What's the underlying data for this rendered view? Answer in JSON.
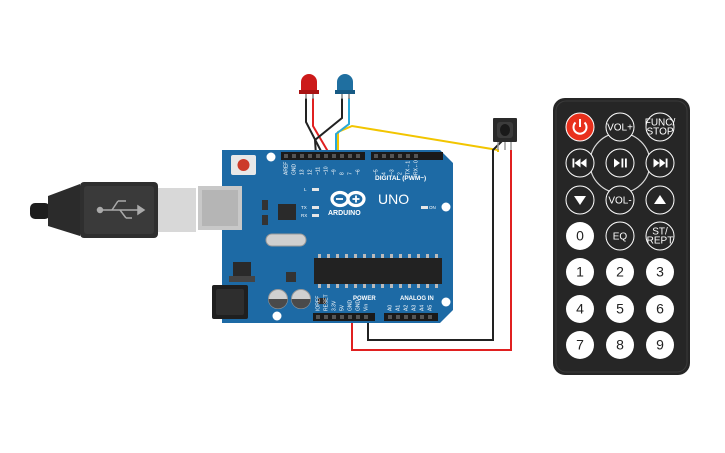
{
  "board": {
    "brand": "ARDUINO",
    "model": "UNO",
    "digital_header": "DIGITAL (PWM~)",
    "power_header": "POWER",
    "analog_header": "ANALOG IN",
    "on_label": "ON",
    "tx_label": "TX",
    "rx_label": "RX",
    "l_label": "L",
    "digital_pins": [
      "AREF",
      "GND",
      "13",
      "12",
      "~11",
      "~10",
      "~9",
      "8",
      "7",
      "~6",
      "~5",
      "4",
      "~3",
      "2",
      "TX→1",
      "RX←0"
    ],
    "power_pins": [
      "IOREF",
      "RESET",
      "3.3V",
      "5V",
      "GND",
      "GND",
      "Vin"
    ],
    "analog_pins": [
      "A0",
      "A1",
      "A2",
      "A3",
      "A4",
      "A5"
    ]
  },
  "leds": [
    {
      "color": "#cc1a1a",
      "name": "red-led"
    },
    {
      "color": "#1f6fa0",
      "name": "blue-led"
    }
  ],
  "wires": {
    "red": "#e02020",
    "black": "#222222",
    "yellow": "#f2c500",
    "cyan": "#2aa8d8"
  },
  "remote": {
    "power_color": "#e8301c",
    "rows": [
      [
        "power",
        "VOL+",
        "FUNC/\nSTOP"
      ],
      [
        "prev",
        "play-pause",
        "next"
      ],
      [
        "down",
        "VOL-",
        "up"
      ],
      [
        "0",
        "EQ",
        "ST/\nREPT"
      ],
      [
        "1",
        "2",
        "3"
      ],
      [
        "4",
        "5",
        "6"
      ],
      [
        "7",
        "8",
        "9"
      ]
    ],
    "labels": {
      "vol_up": "VOL+",
      "func_stop": "FUNC/",
      "func_stop2": "STOP",
      "vol_down": "VOL-",
      "eq": "EQ",
      "st_rept": "ST/",
      "st_rept2": "REPT",
      "n0": "0",
      "n1": "1",
      "n2": "2",
      "n3": "3",
      "n4": "4",
      "n5": "5",
      "n6": "6",
      "n7": "7",
      "n8": "8",
      "n9": "9"
    }
  }
}
